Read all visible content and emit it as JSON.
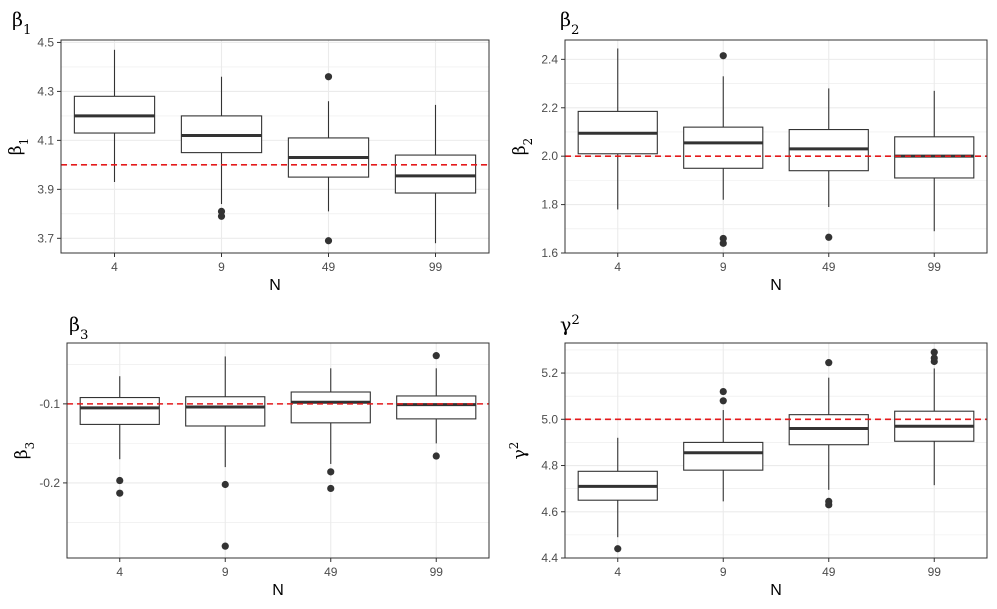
{
  "chart_data": [
    {
      "type": "boxplot",
      "title": "β₁",
      "xlabel": "N",
      "ylabel": "β₁",
      "categories": [
        "4",
        "9",
        "49",
        "99"
      ],
      "ylim": [
        3.64,
        4.51
      ],
      "yticks": [
        "4.5",
        "4.3",
        "4.1",
        "3.9",
        "3.7"
      ],
      "ytick_values": [
        4.5,
        4.3,
        4.1,
        3.9,
        3.7
      ],
      "reference_line": 4.0,
      "reference_color": "#e41a1c",
      "grid": true,
      "boxes": [
        {
          "category": "4",
          "min": 3.93,
          "q1": 4.13,
          "median": 4.2,
          "q3": 4.28,
          "max": 4.47,
          "outliers": []
        },
        {
          "category": "9",
          "min": 3.84,
          "q1": 4.05,
          "median": 4.12,
          "q3": 4.2,
          "max": 4.36,
          "outliers": [
            3.81,
            3.79
          ]
        },
        {
          "category": "49",
          "min": 3.81,
          "q1": 3.95,
          "median": 4.03,
          "q3": 4.11,
          "max": 4.26,
          "outliers": [
            4.36,
            3.69
          ]
        },
        {
          "category": "99",
          "min": 3.68,
          "q1": 3.885,
          "median": 3.955,
          "q3": 4.04,
          "max": 4.245,
          "outliers": []
        }
      ]
    },
    {
      "type": "boxplot",
      "title": "β₂",
      "xlabel": "N",
      "ylabel": "β₂",
      "categories": [
        "4",
        "9",
        "49",
        "99"
      ],
      "ylim": [
        1.6,
        2.48
      ],
      "yticks": [
        "2.4",
        "2.2",
        "2.0",
        "1.8",
        "1.6"
      ],
      "ytick_values": [
        2.4,
        2.2,
        2.0,
        1.8,
        1.6
      ],
      "reference_line": 2.0,
      "reference_color": "#e41a1c",
      "grid": true,
      "boxes": [
        {
          "category": "4",
          "min": 1.78,
          "q1": 2.01,
          "median": 2.095,
          "q3": 2.185,
          "max": 2.445,
          "outliers": []
        },
        {
          "category": "9",
          "min": 1.82,
          "q1": 1.95,
          "median": 2.055,
          "q3": 2.12,
          "max": 2.33,
          "outliers": [
            2.415,
            1.66,
            1.64
          ]
        },
        {
          "category": "49",
          "min": 1.79,
          "q1": 1.94,
          "median": 2.03,
          "q3": 2.11,
          "max": 2.28,
          "outliers": [
            1.665
          ]
        },
        {
          "category": "99",
          "min": 1.69,
          "q1": 1.91,
          "median": 2.0,
          "q3": 2.08,
          "max": 2.27,
          "outliers": []
        }
      ]
    },
    {
      "type": "boxplot",
      "title": "β₃",
      "xlabel": "N",
      "ylabel": "β₃",
      "categories": [
        "4",
        "9",
        "49",
        "99"
      ],
      "ylim": [
        -0.295,
        -0.023
      ],
      "yticks": [
        "-0.1",
        "-0.2"
      ],
      "ytick_values": [
        -0.1,
        -0.2
      ],
      "reference_line": -0.1,
      "reference_color": "#e41a1c",
      "grid": true,
      "boxes": [
        {
          "category": "4",
          "min": -0.17,
          "q1": -0.126,
          "median": -0.105,
          "q3": -0.092,
          "max": -0.065,
          "outliers": [
            -0.197,
            -0.213
          ]
        },
        {
          "category": "9",
          "min": -0.18,
          "q1": -0.128,
          "median": -0.104,
          "q3": -0.091,
          "max": -0.04,
          "outliers": [
            -0.202,
            -0.28
          ]
        },
        {
          "category": "49",
          "min": -0.176,
          "q1": -0.124,
          "median": -0.098,
          "q3": -0.085,
          "max": -0.055,
          "outliers": [
            -0.186,
            -0.207
          ]
        },
        {
          "category": "99",
          "min": -0.15,
          "q1": -0.119,
          "median": -0.101,
          "q3": -0.09,
          "max": -0.055,
          "outliers": [
            -0.039,
            -0.166
          ]
        }
      ]
    },
    {
      "type": "boxplot",
      "title": "γ²",
      "xlabel": "N",
      "ylabel": "γ²",
      "categories": [
        "4",
        "9",
        "49",
        "99"
      ],
      "ylim": [
        4.4,
        5.33
      ],
      "yticks": [
        "5.2",
        "5.0",
        "4.8",
        "4.6",
        "4.4"
      ],
      "ytick_values": [
        5.2,
        5.0,
        4.8,
        4.6,
        4.4
      ],
      "reference_line": 5.0,
      "reference_color": "#e41a1c",
      "grid": true,
      "boxes": [
        {
          "category": "4",
          "min": 4.49,
          "q1": 4.65,
          "median": 4.71,
          "q3": 4.775,
          "max": 4.92,
          "outliers": [
            4.44
          ]
        },
        {
          "category": "9",
          "min": 4.645,
          "q1": 4.78,
          "median": 4.855,
          "q3": 4.9,
          "max": 5.04,
          "outliers": [
            5.12,
            5.08
          ]
        },
        {
          "category": "49",
          "min": 4.695,
          "q1": 4.89,
          "median": 4.96,
          "q3": 5.02,
          "max": 5.18,
          "outliers": [
            5.245,
            4.645,
            4.63
          ]
        },
        {
          "category": "99",
          "min": 4.715,
          "q1": 4.905,
          "median": 4.97,
          "q3": 5.035,
          "max": 5.22,
          "outliers": [
            5.29,
            5.265,
            5.25
          ]
        }
      ]
    }
  ]
}
